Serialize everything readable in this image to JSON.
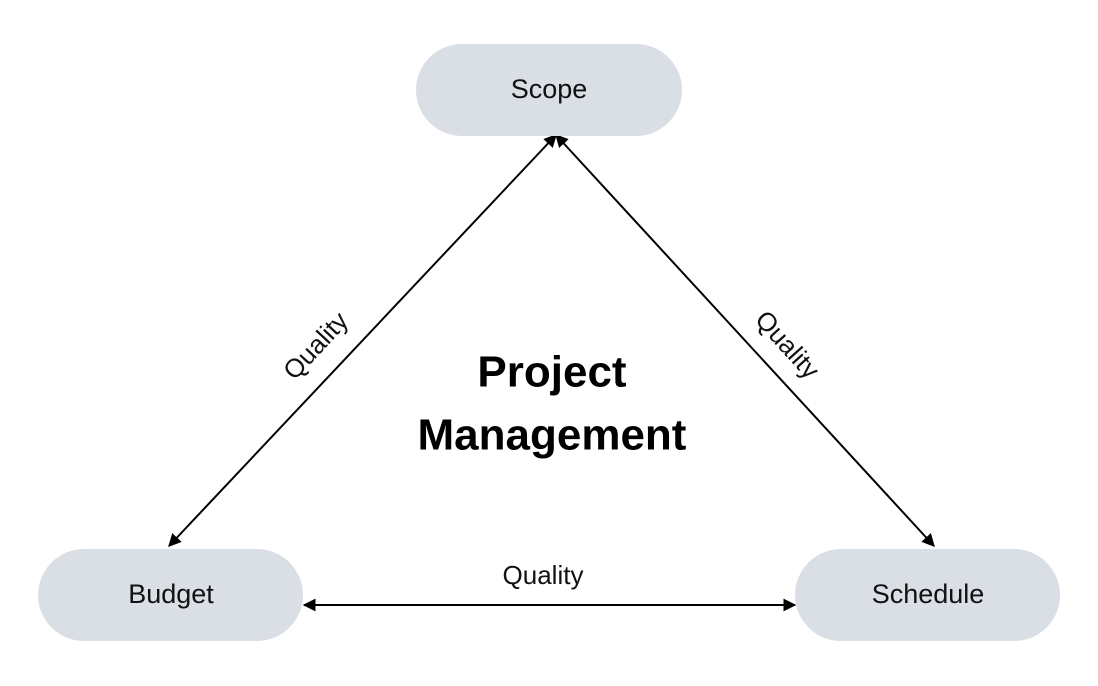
{
  "title": {
    "line1": "Project",
    "line2": "Management"
  },
  "nodes": {
    "scope": {
      "label": "Scope"
    },
    "budget": {
      "label": "Budget"
    },
    "schedule": {
      "label": "Schedule"
    }
  },
  "edges": {
    "scope_budget": {
      "label": "Quality"
    },
    "scope_schedule": {
      "label": "Quality"
    },
    "budget_schedule": {
      "label": "Quality"
    }
  },
  "colors": {
    "node_fill": "#d9dfe4",
    "line": "#000000",
    "text": "#111111"
  }
}
